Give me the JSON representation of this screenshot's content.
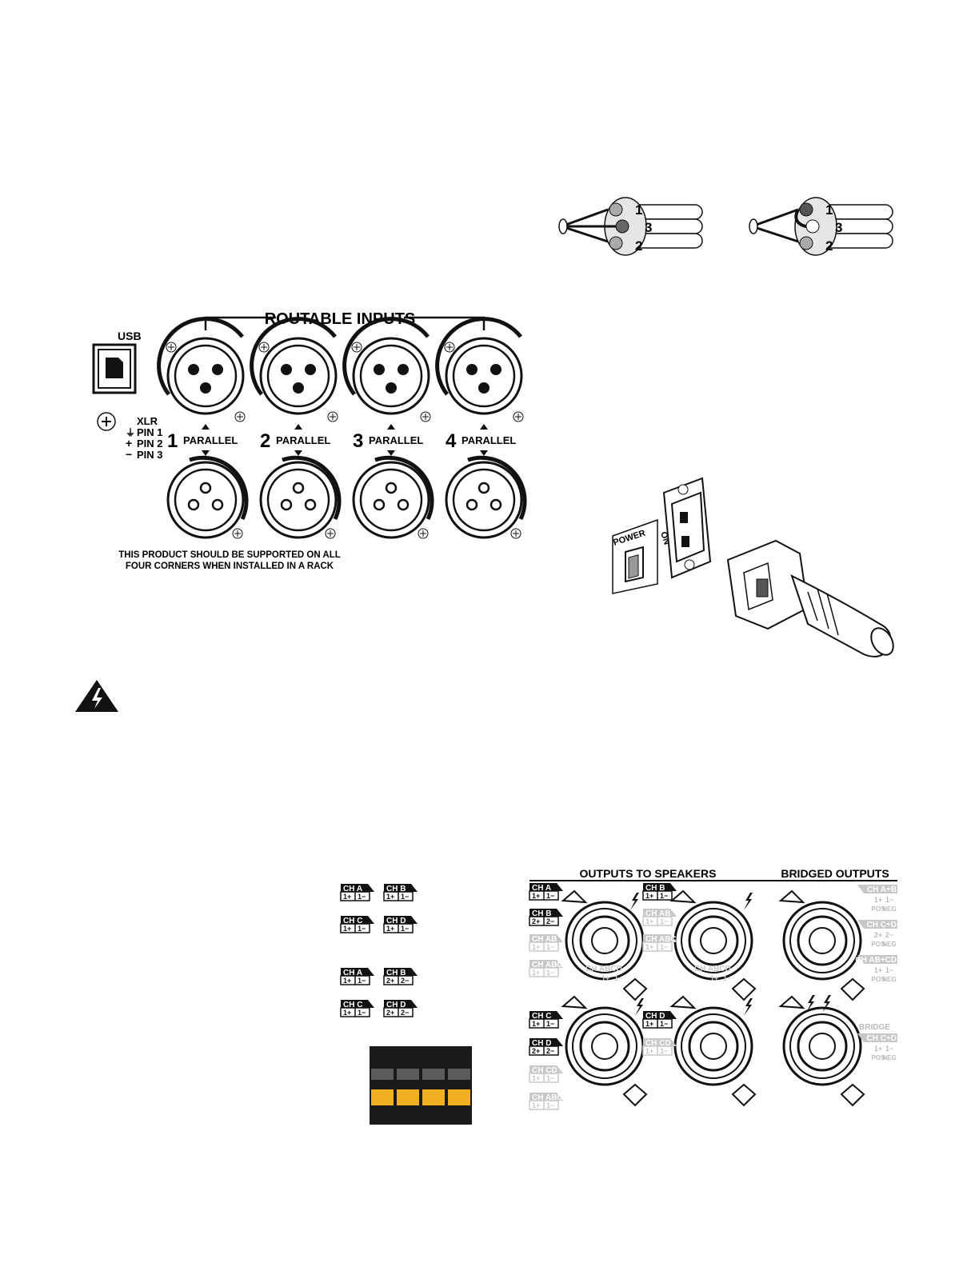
{
  "inputs_panel": {
    "usb_label": "USB",
    "routable_label": "ROUTABLE INPUTS",
    "xlr_legend": [
      "XLR",
      "PIN 1",
      "PIN 2",
      "PIN 3"
    ],
    "xlr_legend_symbols": [
      "",
      "⏚",
      "+",
      "−"
    ],
    "channels": [
      {
        "number": "1",
        "parallel": "PARALLEL"
      },
      {
        "number": "2",
        "parallel": "PARALLEL"
      },
      {
        "number": "3",
        "parallel": "PARALLEL"
      },
      {
        "number": "4",
        "parallel": "PARALLEL"
      }
    ],
    "rack_notice": [
      "THIS PRODUCT SHOULD BE SUPPORTED ON ALL",
      "FOUR CORNERS WHEN INSTALLED IN A RACK"
    ]
  },
  "xlr_plugs": {
    "pins": [
      "1",
      "3",
      "2"
    ]
  },
  "power_panel": {
    "power_label": "POWER",
    "on_label": "ON"
  },
  "output_tags": {
    "set1": [
      {
        "ch": "CH A",
        "pins": [
          "1+",
          "1−"
        ]
      },
      {
        "ch": "CH B",
        "pins": [
          "1+",
          "1−"
        ]
      },
      {
        "ch": "CH C",
        "pins": [
          "1+",
          "1−"
        ]
      },
      {
        "ch": "CH D",
        "pins": [
          "1+",
          "1−"
        ]
      }
    ],
    "set2": [
      {
        "ch": "CH A",
        "pins": [
          "1+",
          "1−"
        ]
      },
      {
        "ch": "CH B",
        "pins": [
          "2+",
          "2−"
        ]
      },
      {
        "ch": "CH C",
        "pins": [
          "1+",
          "1−"
        ]
      },
      {
        "ch": "CH D",
        "pins": [
          "2+",
          "2−"
        ]
      }
    ]
  },
  "outputs_panel": {
    "outputs_title": "OUTPUTS  TO  SPEAKERS",
    "bridged_title": "BRIDGED OUTPUTS",
    "bridge_label": "BRIDGE",
    "conn1_tags": [
      {
        "ch": "CH A",
        "pins": [
          "1+",
          "1−"
        ],
        "active": true
      },
      {
        "ch": "CH B",
        "pins": [
          "2+",
          "2−"
        ],
        "active": true
      },
      {
        "ch": "CH AB",
        "pins": [
          "1+",
          "1−"
        ],
        "active": false
      },
      {
        "ch": "CH ABC",
        "pins": [
          "1+",
          "1−"
        ],
        "active": false
      }
    ],
    "conn2_tags": [
      {
        "ch": "CH B",
        "pins": [
          "1+",
          "1−"
        ],
        "active": true
      },
      {
        "ch": "CH AB",
        "pins": [
          "1+",
          "1−"
        ],
        "active": false
      },
      {
        "ch": "CH ABC",
        "pins": [
          "1+",
          "1−"
        ],
        "active": false
      }
    ],
    "conn3_tags": [
      {
        "ch": "CH C",
        "pins": [
          "1+",
          "1−"
        ],
        "active": true
      },
      {
        "ch": "CH D",
        "pins": [
          "2+",
          "2−"
        ],
        "active": true
      },
      {
        "ch": "CH CD",
        "pins": [
          "1+",
          "1−"
        ],
        "active": false
      },
      {
        "ch": "CH ABC",
        "pins": [
          "1+",
          "1−"
        ],
        "active": false
      }
    ],
    "conn4_tags": [
      {
        "ch": "CH D",
        "pins": [
          "1+",
          "1−"
        ],
        "active": true
      },
      {
        "ch": "CH CD",
        "pins": [
          "1+",
          "1−"
        ],
        "active": false
      }
    ],
    "abcd_label": "CH ABCD",
    "abcd_pins": [
      "1+",
      "1−"
    ],
    "bridged_tags": [
      {
        "ch": "CH A+B",
        "pins": [
          "1+",
          "1−"
        ],
        "sub": [
          "POS",
          "NEG"
        ]
      },
      {
        "ch": "CH C+D",
        "pins": [
          "2+",
          "2−"
        ],
        "sub": [
          "POS",
          "NEG"
        ]
      },
      {
        "ch": "CH AB+CD",
        "pins": [
          "1+",
          "1−"
        ],
        "sub": [
          "POS",
          "NEG"
        ]
      }
    ],
    "bridge_tag": {
      "ch": "CH C+D",
      "pins": [
        "1+",
        "1−"
      ],
      "sub": [
        "POS",
        "NEG"
      ]
    }
  },
  "colors": {
    "ink": "#111111",
    "grey_tag": "#c8c8c8",
    "table_black": "#1a1a1a",
    "table_grey": "#5b5b5b",
    "table_yellow": "#f2b01e"
  }
}
